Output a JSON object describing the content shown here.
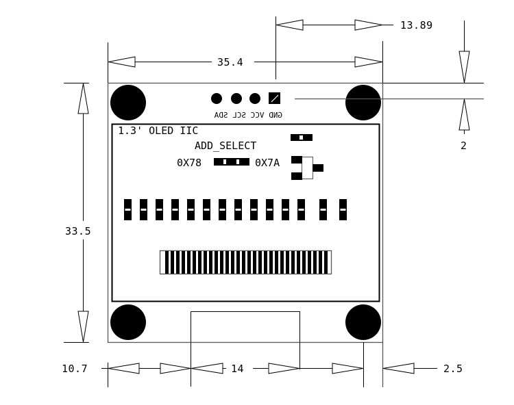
{
  "title": "1.3' OLED IIC",
  "labels": {
    "module_name": "1.3' OLED IIC",
    "add_select": "ADD_SELECT",
    "addr_left": "0X78",
    "addr_right": "0X7A"
  },
  "pins": [
    "GND",
    "VCC",
    "SCL",
    "SDA"
  ],
  "pins_label_mirrored": "GND VCC SCL SDA",
  "dimensions": {
    "board_width": "35.4",
    "board_height": "33.5",
    "pin_header_offset": "13.89",
    "pin_top_margin": "2",
    "ribbon_left_offset": "10.7",
    "ribbon_width": "14",
    "hole_edge_offset": "2.5"
  },
  "components": {
    "smd_row_count": 14,
    "connector_pin_count": 30,
    "mount_holes": 4
  },
  "colors": {
    "line": "#000000",
    "fill": "#000000",
    "background": "#ffffff"
  }
}
